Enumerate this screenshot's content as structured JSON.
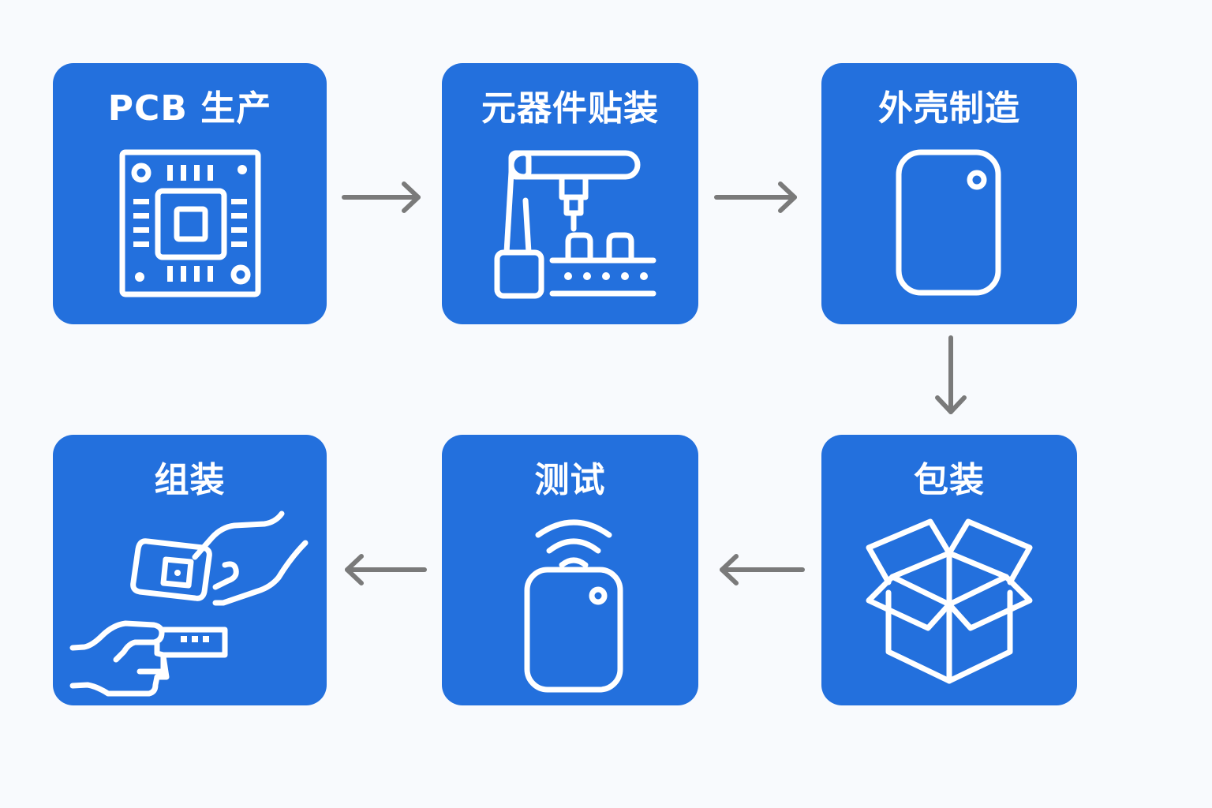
{
  "diagram": {
    "type": "process-flow",
    "colors": {
      "card": "#2370dd",
      "icon": "#ffffff",
      "arrow": "#7a7a7a",
      "background": "#f8fafd"
    },
    "steps": [
      {
        "id": 1,
        "label": "PCB 生产",
        "icon": "circuit-board-icon"
      },
      {
        "id": 2,
        "label": "元器件贴装",
        "icon": "robot-arm-assembly-icon"
      },
      {
        "id": 3,
        "label": "外壳制造",
        "icon": "device-shell-icon"
      },
      {
        "id": 4,
        "label": "包装",
        "icon": "open-box-icon"
      },
      {
        "id": 5,
        "label": "测试",
        "icon": "wireless-device-icon"
      },
      {
        "id": 6,
        "label": "组装",
        "icon": "hands-assembling-icon"
      }
    ],
    "connections": [
      {
        "from": 1,
        "to": 2,
        "direction": "right"
      },
      {
        "from": 2,
        "to": 3,
        "direction": "right"
      },
      {
        "from": 3,
        "to": 4,
        "direction": "down"
      },
      {
        "from": 4,
        "to": 5,
        "direction": "left"
      },
      {
        "from": 5,
        "to": 6,
        "direction": "left"
      }
    ]
  }
}
